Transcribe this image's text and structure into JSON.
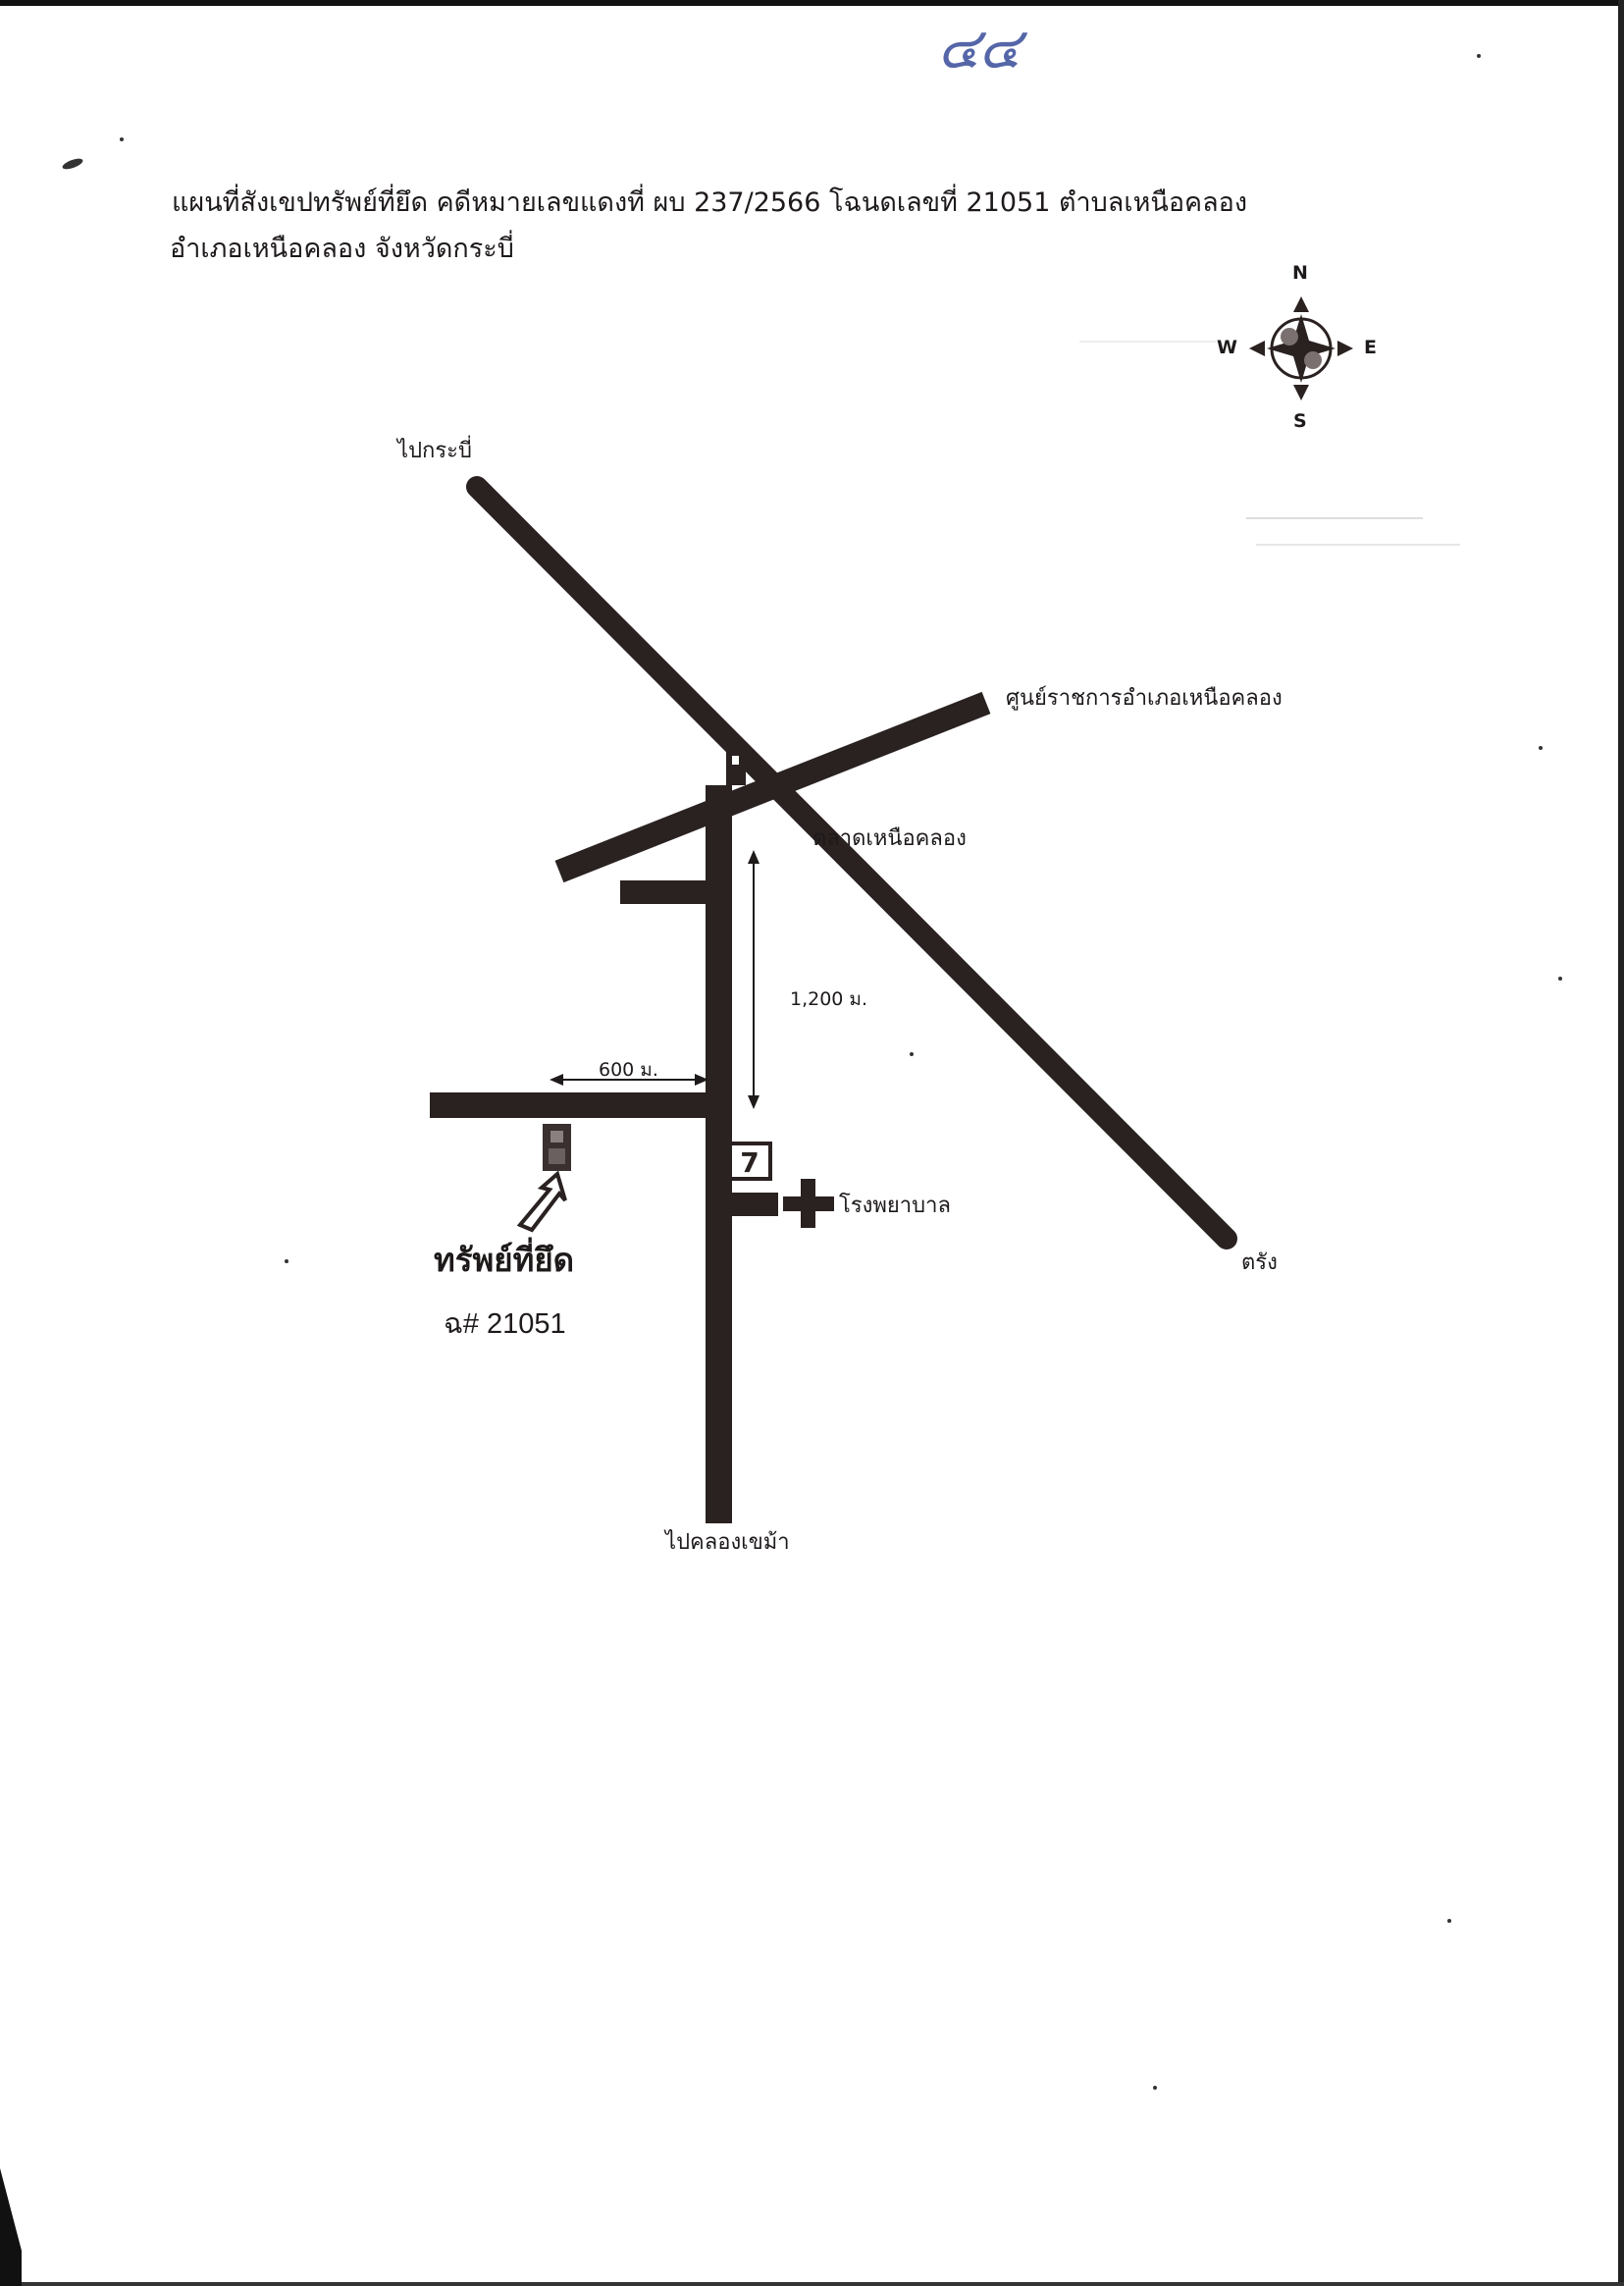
{
  "document": {
    "handwritten_mark": "๔๔",
    "title_line1": "แผนที่สังเขปทรัพย์ที่ยึด คดีหมายเลขแดงที่ ผบ 237/2566  โฉนดเลขที่ 21051  ตำบลเหนือคลอง",
    "title_line2": "อำเภอเหนือคลอง  จังหวัดกระบี่"
  },
  "compass": {
    "north": "N",
    "south": "S",
    "east": "E",
    "west": "W"
  },
  "map": {
    "labels": {
      "to_krabi": "ไปกระบี่",
      "district_office": "ศูนย์ราชการอำเภอเหนือคลอง",
      "market": "ตลาดเหนือคลอง",
      "distance_1200": "1,200 ม.",
      "distance_600": "600 ม.",
      "hospital": "โรงพยาบาล",
      "to_trang": "ตรัง",
      "to_khlong_khanan": "ไปคลองเขม้า"
    },
    "asset": {
      "title": "ทรัพย์ที่ยึด",
      "deed": "ฉ# 21051"
    },
    "store_logo": "7",
    "colors": {
      "road": "#2a2121",
      "ink": "#1e1a1a"
    }
  }
}
